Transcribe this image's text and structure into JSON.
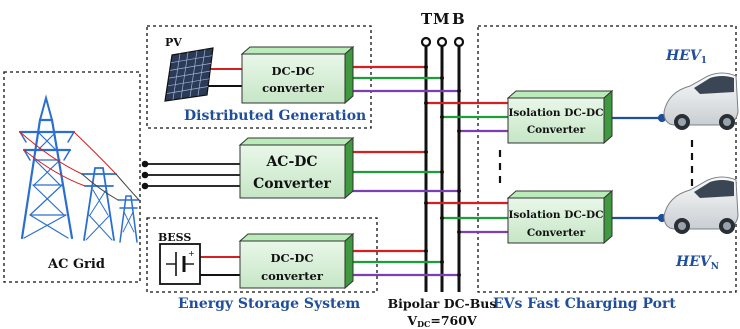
{
  "bus": {
    "terminals": {
      "t": "T",
      "m": "M",
      "b": "B"
    },
    "caption_line1": "Bipolar DC-Bus",
    "caption_line2_prefix": "V",
    "caption_line2_sub": "DC",
    "caption_line2_suffix": "=760V"
  },
  "ac_grid": {
    "label": "AC Grid"
  },
  "distributed_generation": {
    "title": "Distributed Generation",
    "pv_label": "PV",
    "converter_line1": "DC-DC",
    "converter_line2": "converter"
  },
  "ac_dc_converter": {
    "line1": "AC-DC",
    "line2": "Converter"
  },
  "energy_storage": {
    "title": "Energy Storage System",
    "bess_label": "BESS",
    "converter_line1": "DC-DC",
    "converter_line2": "converter"
  },
  "ev_port": {
    "title": "EVs Fast Charging Port",
    "converter1_line1": "Isolation DC-DC",
    "converter1_line2": "Converter",
    "converter2_line1": "Isolation DC-DC",
    "converter2_line2": "Converter",
    "hev1_label": "HEV",
    "hev1_sub": "1",
    "hevn_label": "HEV",
    "hevn_sub": "N"
  },
  "colors": {
    "red_line": "#d62020",
    "green_line": "#1e9e3a",
    "purple_line": "#7a3fb0",
    "black_line": "#111111",
    "box_top": "#b9ecb9",
    "box_right": "#3f9a3f",
    "box_front": "#cfe9cf",
    "tower": "#2a6fd0",
    "title_blue": "#1f4e9c"
  }
}
